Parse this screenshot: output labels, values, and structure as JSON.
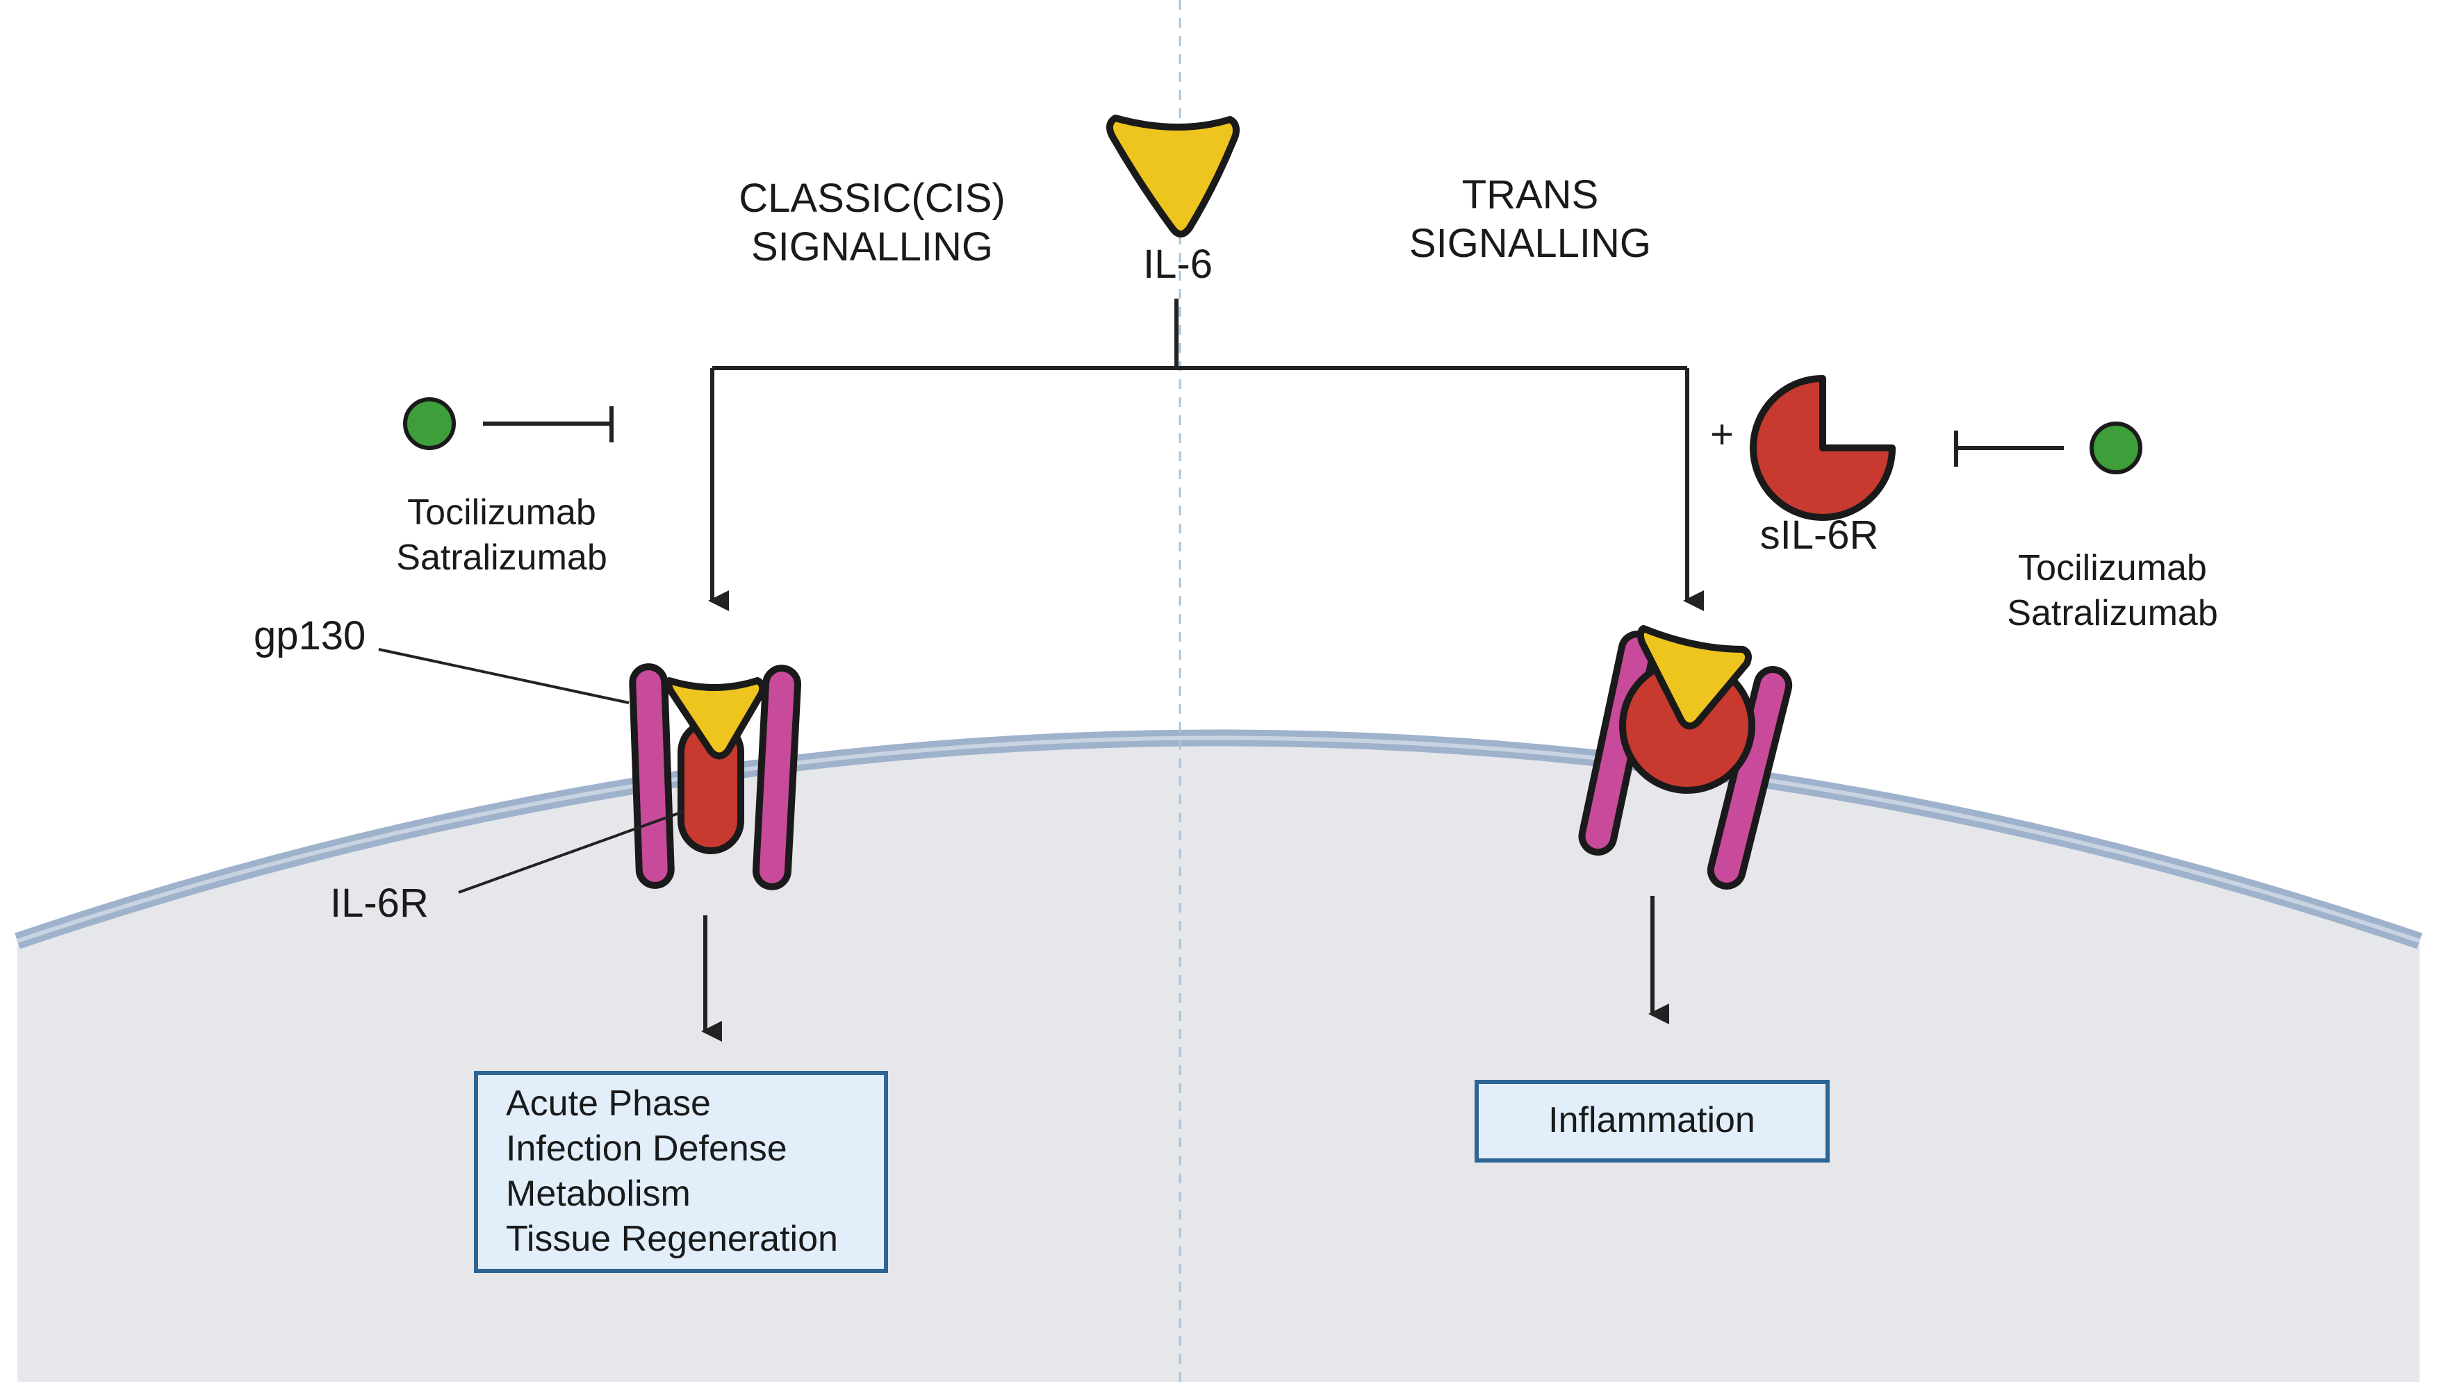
{
  "colors": {
    "il6_yellow": "#EEC41F",
    "receptor_red": "#C83A2F",
    "gp130_magenta": "#C84A9A",
    "drug_green": "#3E9E3A",
    "cell_fill": "#E6E7EB",
    "membrane": "#9FB2CC",
    "box_fill": "#E2EFFB",
    "box_stroke": "#2E6593",
    "divider": "#A8C4D8",
    "line": "#222222"
  },
  "labels": {
    "classic_line1": "CLASSIC(CIS)",
    "classic_line2": "SIGNALLING",
    "trans_line1": "TRANS",
    "trans_line2": "SIGNALLING",
    "il6": "IL-6",
    "plus": "+",
    "sil6r": "sIL-6R",
    "gp130": "gp130",
    "il6r": "IL-6R"
  },
  "drugs_left": {
    "line1": "Tocilizumab",
    "line2": "Satralizumab",
    "icon": "antibody-circle-icon"
  },
  "drugs_right": {
    "line1": "Tocilizumab",
    "line2": "Satralizumab",
    "icon": "antibody-circle-icon"
  },
  "outcomes_classic": [
    "Acute Phase",
    "Infection Defense",
    "Metabolism",
    "Tissue Regeneration"
  ],
  "outcomes_trans": [
    "Inflammation"
  ]
}
